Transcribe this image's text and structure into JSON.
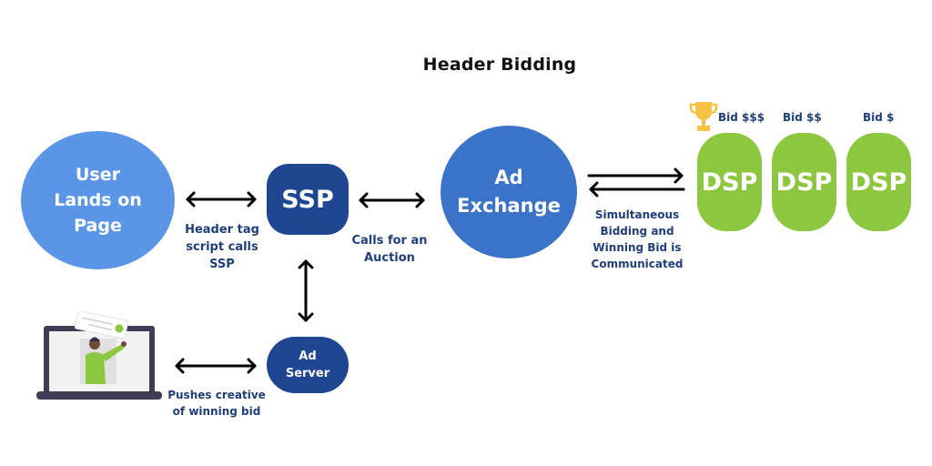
{
  "title": "Header Bidding",
  "nodes": {
    "user": {
      "line1": "User",
      "line2": "Lands on",
      "line3": "Page"
    },
    "ssp": {
      "label": "SSP"
    },
    "ad_exchange": {
      "line1": "Ad",
      "line2": "Exchange"
    },
    "ad_server": {
      "line1": "Ad",
      "line2": "Server"
    },
    "dsps": [
      {
        "label": "DSP",
        "bid": "Bid $$$",
        "winner": true
      },
      {
        "label": "DSP",
        "bid": "Bid $$",
        "winner": false
      },
      {
        "label": "DSP",
        "bid": "Bid $",
        "winner": false
      }
    ]
  },
  "labels": {
    "header_tag": {
      "line1": "Header tag",
      "line2": "script calls",
      "line3": "SSP"
    },
    "calls_auction": {
      "line1": "Calls for an",
      "line2": "Auction"
    },
    "simultaneous": {
      "line1": "Simultaneous",
      "line2": "Bidding and",
      "line3": "Winning Bid is",
      "line4": "Communicated"
    },
    "pushes": {
      "line1": "Pushes creative",
      "line2": "of winning bid"
    }
  },
  "icons": {
    "trophy": "trophy-icon",
    "laptop": "laptop-illustration"
  },
  "colors": {
    "user_node": "#5b96e6",
    "ssp_node": "#1f4691",
    "ad_exchange_node": "#3b73c8",
    "dsp_node": "#8dc63f",
    "label_text": "#1f3f7a",
    "trophy": "#f6c244"
  }
}
